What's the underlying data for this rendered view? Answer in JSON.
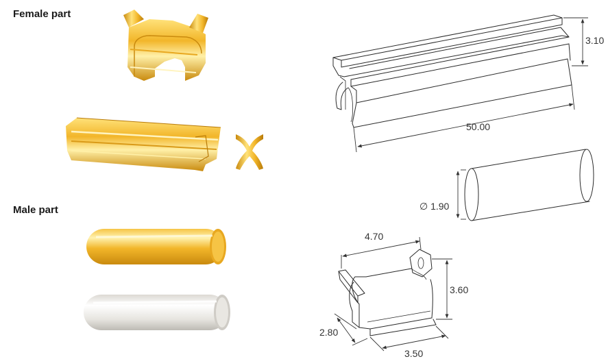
{
  "sections": {
    "female": {
      "label": "Female part"
    },
    "male": {
      "label": "Male part"
    }
  },
  "dimensions": {
    "female_length": "50.00",
    "female_height": "3.10",
    "pin_diameter": "∅ 1.90",
    "clip_length": "4.70",
    "clip_height": "3.60",
    "clip_depth": "2.80",
    "clip_width": "3.50"
  },
  "colors": {
    "gold_light": "#ffe27a",
    "gold_mid": "#f2b62a",
    "gold_dark": "#c98a0e",
    "silver_light": "#ffffff",
    "silver_mid": "#e6e4df",
    "silver_dark": "#bdbab4",
    "line": "#2a2a2a",
    "dim_line": "#333333"
  }
}
